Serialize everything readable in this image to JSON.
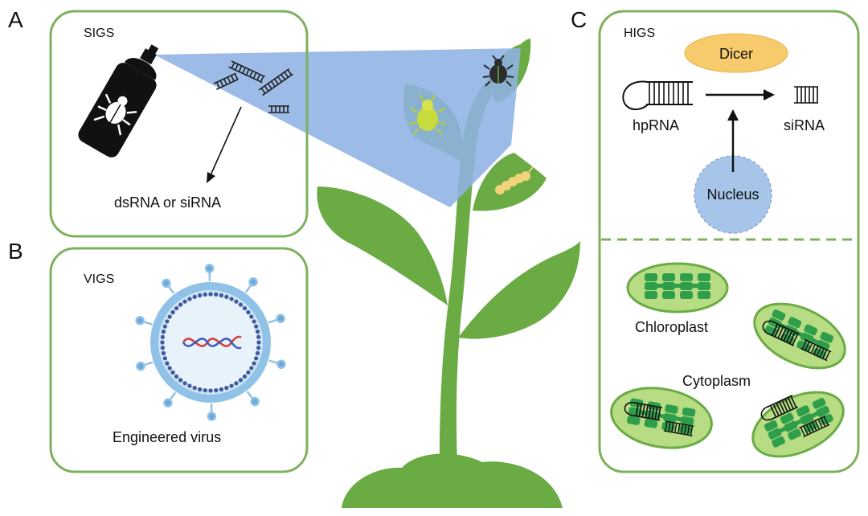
{
  "panels": {
    "a": {
      "letter": "A",
      "title": "SIGS",
      "arrow_label": "dsRNA or siRNA"
    },
    "b": {
      "letter": "B",
      "title": "VIGS",
      "caption": "Engineered virus"
    },
    "c": {
      "letter": "C",
      "title": "HIGS",
      "enzyme": "Dicer",
      "hairpin": "hpRNA",
      "product": "siRNA",
      "organelle": "Nucleus",
      "plastid": "Chloroplast",
      "compartment": "Cytoplasm"
    }
  },
  "colors": {
    "plant": "#6aab44",
    "panel_border": "#7cb25c",
    "spray_cone": "#8eb2e3",
    "dicer": "#f7cb6c",
    "nucleus": "#a7c4e9",
    "chloroplast_fill": "#b7dc83",
    "thylakoid": "#2f9e4b",
    "virus_ring": "#8fc2e6",
    "virus_beads": "#3f5a9c"
  },
  "icons": {
    "spray_can": "spray-can-icon",
    "beetle": "beetle-icon",
    "aphid": "aphid-icon",
    "caterpillar": "caterpillar-icon",
    "virus": "virus-icon"
  }
}
